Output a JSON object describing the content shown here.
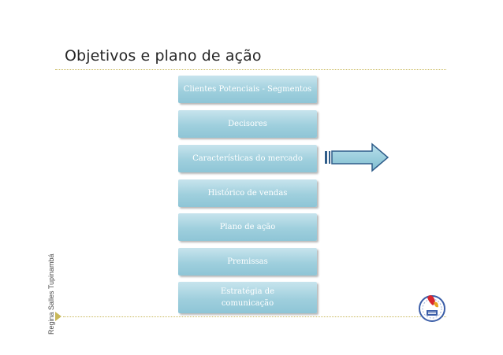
{
  "slide": {
    "title": "Objetivos e plano de ação",
    "author": "Regina Salles Tupinambá",
    "colors": {
      "accent": "#c9b85a",
      "box_top": "#c7e4ed",
      "box_bottom": "#8ec5d6",
      "arrow": "#8ec8d8"
    },
    "boxes": [
      {
        "label": "Clientes Potenciais  - Segmentos"
      },
      {
        "label": "Decisores"
      },
      {
        "label": "Características do mercado"
      },
      {
        "label": "Histórico de vendas"
      },
      {
        "label": "Plano de ação"
      },
      {
        "label": "Premissas"
      },
      {
        "label": "Estratégia de\ncomunicação"
      }
    ],
    "icons": {
      "arrow": "arrow-right-icon",
      "logo": "institution-seal-icon",
      "marker": "play-triangle-icon"
    }
  }
}
